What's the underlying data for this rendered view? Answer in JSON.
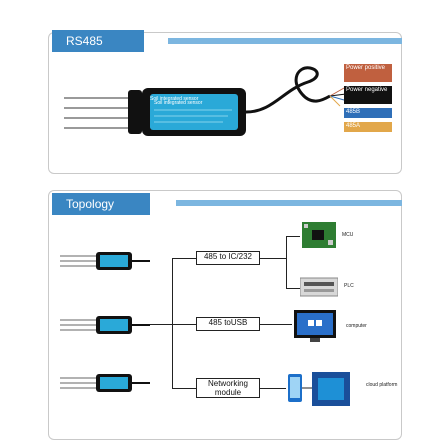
{
  "rs485": {
    "title": "RS485",
    "sensor_label": "Soil integrated sensor",
    "legend": [
      {
        "label": "Power positive",
        "color": "#c0603f"
      },
      {
        "label": "Power negative",
        "color": "#111111"
      },
      {
        "label": "485B",
        "color": "#2f6fb8"
      },
      {
        "label": "485A",
        "color": "#e2a74a"
      }
    ]
  },
  "topology": {
    "title": "Topology",
    "converters": [
      {
        "label": "485 to IC/232"
      },
      {
        "label": "485 toUSB"
      },
      {
        "label": "Networking module"
      }
    ],
    "devices": [
      {
        "label": "MCU"
      },
      {
        "label": "PLC"
      },
      {
        "label": "computer"
      },
      {
        "label": "cloud platform"
      }
    ]
  }
}
